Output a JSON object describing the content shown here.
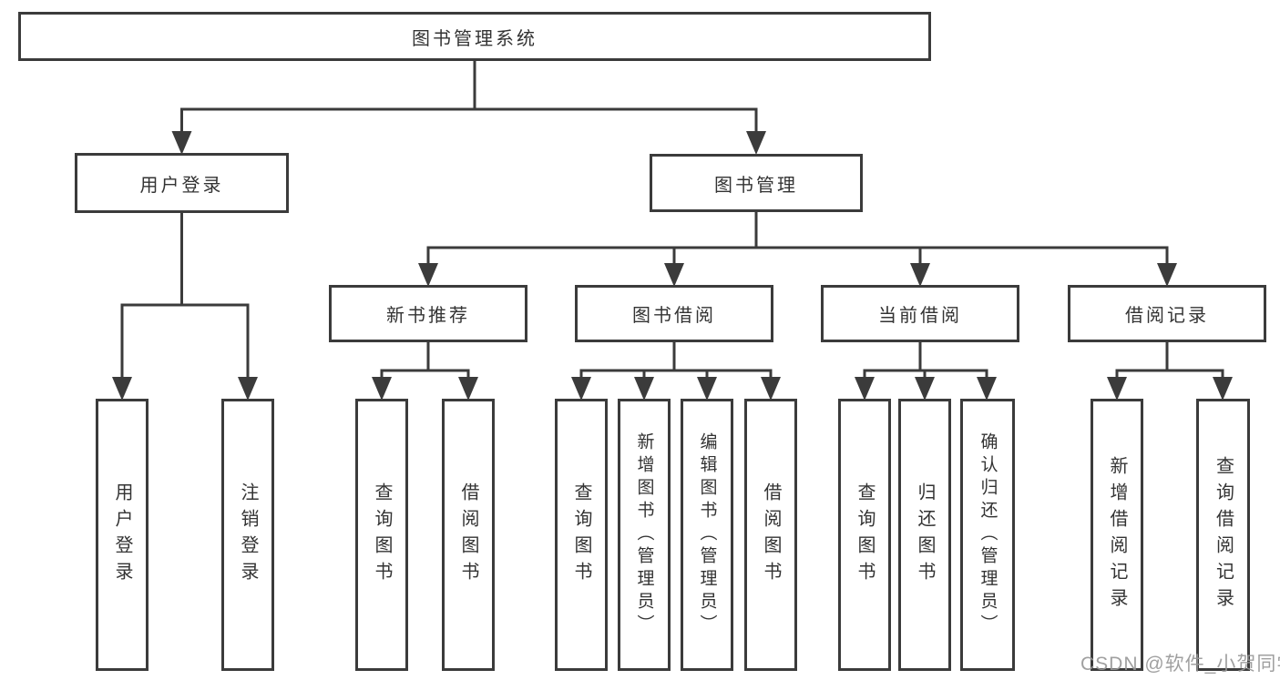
{
  "diagram": {
    "type": "hierarchy",
    "tree": {
      "label": "图书管理系统",
      "children": [
        {
          "label": "用户登录",
          "children": [
            {
              "label": "用户登录"
            },
            {
              "label": "注销登录"
            }
          ]
        },
        {
          "label": "图书管理",
          "children": [
            {
              "label": "新书推荐",
              "children": [
                {
                  "label": "查询图书"
                },
                {
                  "label": "借阅图书"
                }
              ]
            },
            {
              "label": "图书借阅",
              "children": [
                {
                  "label": "查询图书"
                },
                {
                  "label": "新增图书（管理员）"
                },
                {
                  "label": "编辑图书（管理员）"
                },
                {
                  "label": "借阅图书"
                }
              ]
            },
            {
              "label": "当前借阅",
              "children": [
                {
                  "label": "查询图书"
                },
                {
                  "label": "归还图书"
                },
                {
                  "label": "确认归还（管理员）"
                }
              ]
            },
            {
              "label": "借阅记录",
              "children": [
                {
                  "label": "新增借阅记录"
                },
                {
                  "label": "查询借阅记录"
                }
              ]
            }
          ]
        }
      ]
    },
    "colors": {
      "background": "#ffffff",
      "line": "#3b3b3b",
      "node_border": "#3b3b3b",
      "node_text": "#333333",
      "watermark": "#989898"
    }
  },
  "watermark": {
    "text": "CSDN @软件_小贺同学"
  }
}
